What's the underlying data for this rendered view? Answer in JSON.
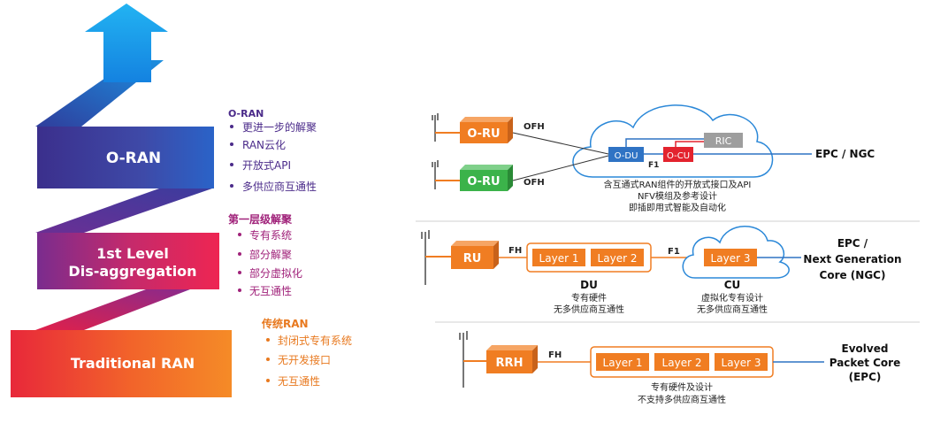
{
  "staircase": {
    "oran": "O-RAN",
    "first_level_1": "1st Level",
    "first_level_2": "Dis-aggregation",
    "traditional": "Traditional RAN"
  },
  "oran_list": {
    "title": "O-RAN",
    "items": [
      "更进一步的解聚",
      "RAN云化",
      "开放式API",
      "多供应商互通性"
    ]
  },
  "first_level_list": {
    "title": "第一层级解聚",
    "items": [
      "专有系统",
      "部分解聚",
      "部分虚拟化",
      "无互通性"
    ]
  },
  "traditional_list": {
    "title": "传统RAN",
    "items": [
      "封闭式专有系统",
      "无开发接口",
      "无互通性"
    ]
  },
  "diagram1": {
    "ru_top": "O-RU",
    "ru_bottom": "O-RU",
    "ofh_top": "OFH",
    "ofh_bottom": "OFH",
    "ric": "RIC",
    "odu": "O-DU",
    "ocu": "O-CU",
    "f1": "F1",
    "core": "EPC / NGC",
    "caption": [
      "含互通式RAN组件的开放式接口及API",
      "NFV模组及参考设计",
      "即插即用式智能及自动化"
    ]
  },
  "diagram2": {
    "ru": "RU",
    "fh": "FH",
    "layer1": "Layer 1",
    "layer2": "Layer 2",
    "f1": "F1",
    "layer3": "Layer 3",
    "du_title": "DU",
    "du_caption": [
      "专有硬件",
      "无多供应商互通性"
    ],
    "cu_title": "CU",
    "cu_caption": [
      "虚拟化专有设计",
      "无多供应商互通性"
    ],
    "core": [
      "EPC /",
      "Next Generation",
      "Core (NGC)"
    ]
  },
  "diagram3": {
    "rrh": "RRH",
    "fh": "FH",
    "layer1": "Layer 1",
    "layer2": "Layer 2",
    "layer3": "Layer 3",
    "core": [
      "Evolved",
      "Packet Core",
      "(EPC)"
    ],
    "caption": [
      "专有硬件及设计",
      "不支持多供应商互通性"
    ]
  },
  "colors": {
    "orange": "#f07d22",
    "green": "#3bb34a",
    "red": "#e3232e",
    "purple_text": "#4b2b8a",
    "magenta_text": "#a0227a",
    "orange_text": "#e8791f",
    "line_blue": "#2f73c4",
    "cloud_blue": "#2b88d8"
  },
  "icons": [
    "cell-tower-icon",
    "cloud-icon",
    "up-arrow-icon"
  ]
}
